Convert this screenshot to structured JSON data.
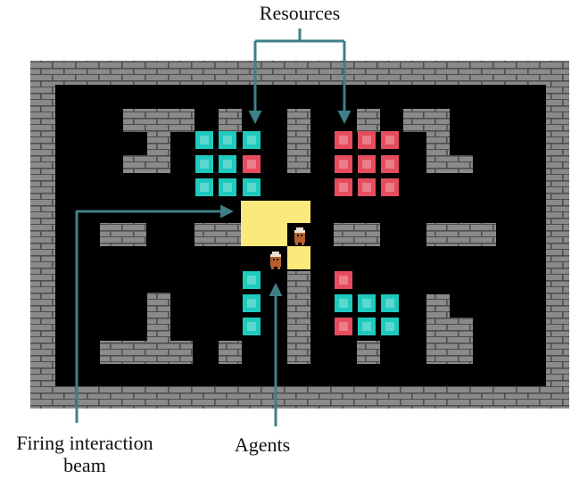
{
  "labels": {
    "resources": "Resources",
    "firing_line1": "Firing interaction",
    "firing_line2": "beam",
    "agents": "Agents"
  },
  "colors": {
    "wall": "#8a8a8a",
    "mortar": "#4d4d4d",
    "floor": "#000000",
    "resource_green": "#1ec9bd",
    "resource_red": "#e54c5e",
    "beam": "#fbe97c",
    "arrow": "#3f7f87",
    "agent_body": "#b85f2c",
    "agent_head": "#e9e0d4"
  },
  "icons": {
    "agent": "agent-sprite",
    "resource": "resource-block"
  }
}
